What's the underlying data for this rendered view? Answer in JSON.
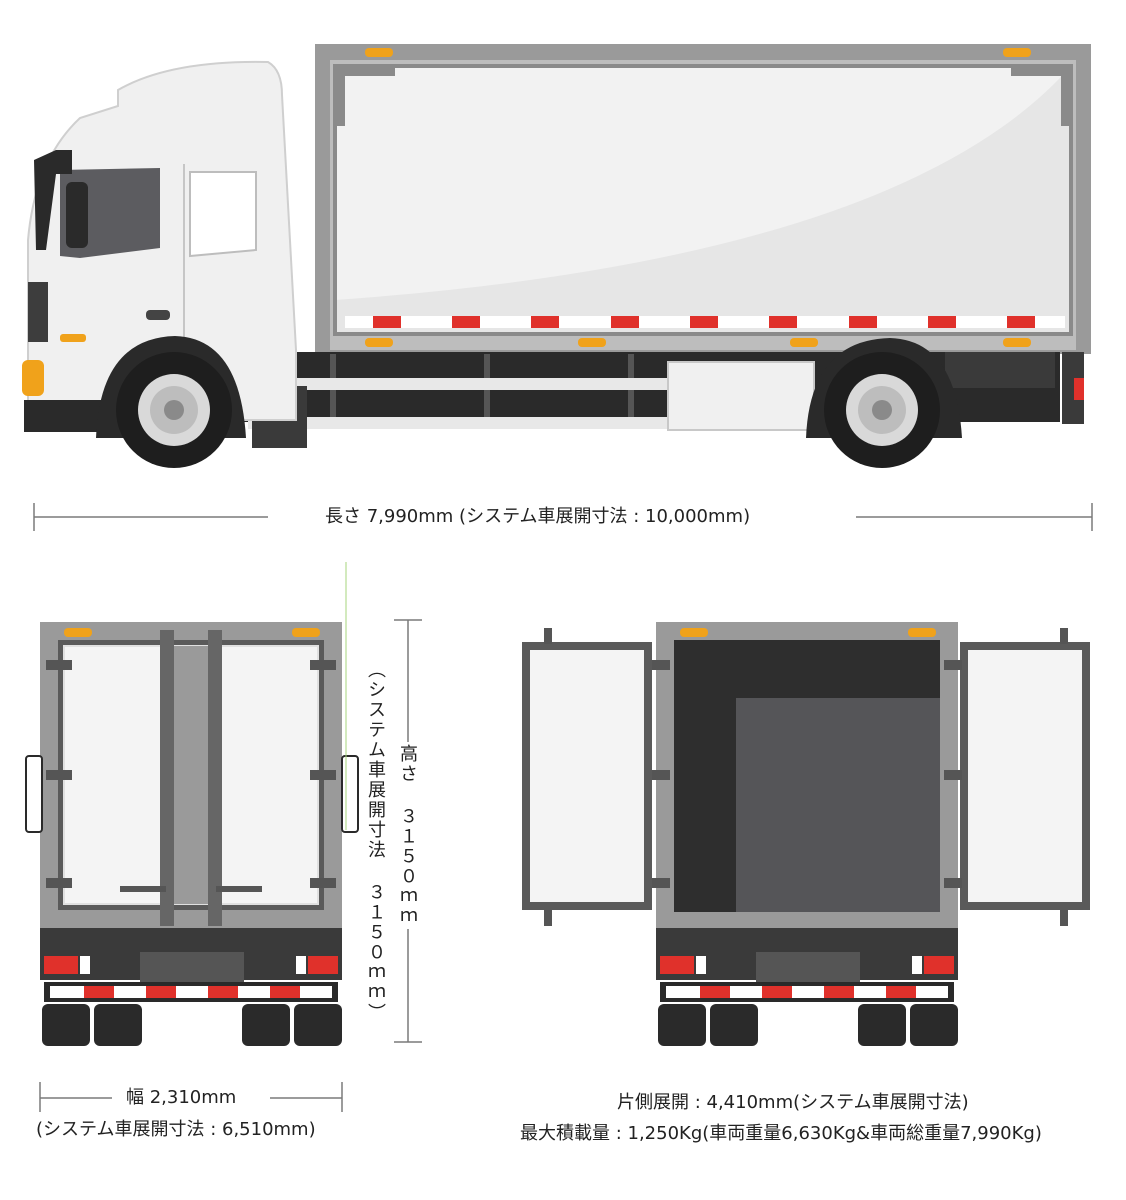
{
  "diagram": {
    "length_label": "長さ 7,990mm (システム車展開寸法 : 10,000mm)",
    "height_label": "高さ ３１５０ｍｍ",
    "system_height_label": "（システム車展開寸法 ３１５０ｍｍ）",
    "width_label": "幅 2,310mm",
    "width_system_label": "(システム車展開寸法 : 6,510mm)",
    "side_open_label": "片側展開 : 4,410mm(システム車展開寸法)",
    "max_load_label": "最大積載量 : 1,250Kg(車両重量6,630Kg&車両総重量7,990Kg)"
  },
  "colors": {
    "body_white": "#f2f2f2",
    "frame_gray": "#9a9a9a",
    "dark": "#2a2a2a",
    "reflector_red": "#e0312b",
    "amber": "#f0a21b"
  }
}
